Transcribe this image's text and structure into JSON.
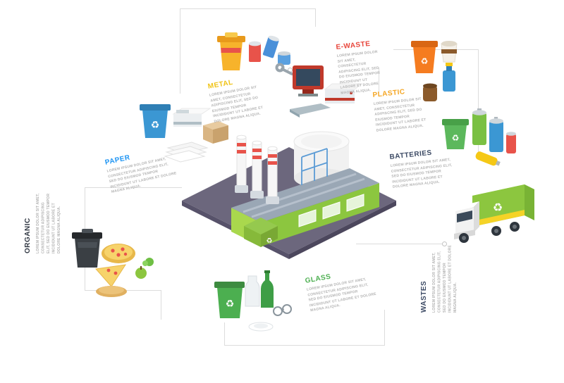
{
  "title": "Recycling waste management isometric flowchart infographic",
  "palette": {
    "background": "#ffffff",
    "connector_line": "#dcdcdc",
    "lorem_text": "#b3b3b3",
    "factory_green": "#8cc63f",
    "platform_purple": "#6c677d",
    "roof_gray": "#9aa7b5",
    "chimney_stripe_red": "#e8534a"
  },
  "center": {
    "name": "recycling-factory",
    "icons": [
      "factory-building",
      "chimneys",
      "storage-tank",
      "isometric-platform",
      "recycle-symbol"
    ]
  },
  "sections": {
    "metal": {
      "label": "METAL",
      "color": "#f0c419",
      "description": "LOREM IPSUM DOLOR SIT AMET, CONSECTETUR ADIPISCING ELIT, SED DO EIUSMOD TEMPOR INCIDIDUNT UT LABORE ET DOLORE MAGNA ALIQUA.",
      "icons": [
        "yellow-trash-bin",
        "soda-cans",
        "wrench"
      ]
    },
    "ewaste": {
      "label": "E-WASTE",
      "color": "#e8463c",
      "description": "LOREM IPSUM DOLOR SIT AMET, CONSECTETUR ADIPISCING ELIT, SED DO EIUSMOD TEMPOR INCIDIDUNT UT LABORE ET DOLORE MAGNA ALIQUA.",
      "icons": [
        "computer-monitor",
        "printer",
        "keyboard"
      ]
    },
    "plastic": {
      "label": "PLASTIC",
      "color": "#f5a623",
      "description": "LOREM IPSUM DOLOR SIT AMET, CONSECTETUR ADIPISCING ELIT, SED DO EIUSMOD TEMPOR INCIDIDUNT UT LABORE ET DOLORE MAGNA ALIQUA.",
      "icons": [
        "orange-trash-bin",
        "coffee-cup",
        "detergent-bottle",
        "plastic-jar"
      ]
    },
    "batteries": {
      "label": "BATTERIES",
      "color": "#3c4a64",
      "description": "LOREM IPSUM DOLOR SIT AMET, CONSECTETUR ADIPISCING ELIT, SED DO EIUSMOD TEMPOR INCIDIDUNT UT LABORE ET DOLORE MAGNA ALIQUA.",
      "icons": [
        "green-recycle-bin",
        "battery-green",
        "battery-blue",
        "battery-red",
        "battery-yellow"
      ]
    },
    "wastes": {
      "label": "WASTES",
      "color": "#3c4a64",
      "description": "LOREM IPSUM DOLOR SIT AMET, CONSECTETUR ADIPISCING ELIT, SED DO EIUSMOD TEMPOR INCIDIDUNT UT LABORE ET DOLORE MAGNA ALIQUA.",
      "icons": [
        "garbage-truck"
      ]
    },
    "glass": {
      "label": "GLASS",
      "color": "#4caf50",
      "description": "LOREM IPSUM DOLOR SIT AMET, CONSECTETUR ADIPISCING ELIT, SED DO EIUSMOD TEMPOR INCIDIDUNT UT LABORE ET DOLORE MAGNA ALIQUA.",
      "icons": [
        "green-recycle-bin",
        "milk-bottle",
        "green-bottle",
        "plate",
        "eyeglasses"
      ]
    },
    "organic": {
      "label": "ORGANIC",
      "color": "#333a45",
      "description": "LOREM IPSUM DOLOR SIT AMET, CONSECTETUR ADIPISCING ELIT, SED DO EIUSMOD TEMPOR INCIDIDUNT UT LABORE ET DOLORE MAGNA ALIQUA.",
      "icons": [
        "black-trash-bin",
        "pizza",
        "pizza-slice",
        "bread",
        "apple"
      ]
    },
    "paper": {
      "label": "PAPER",
      "color": "#2196f3",
      "description": "LOREM IPSUM DOLOR SIT AMET, CONSECTETUR ADIPISCING ELIT, SED DO EIUSMOD TEMPOR INCIDIDUNT UT LABORE ET DOLORE MAGNA ALIQUA.",
      "icons": [
        "blue-recycle-bin",
        "copier",
        "cardboard-box",
        "paper-stack"
      ]
    }
  }
}
